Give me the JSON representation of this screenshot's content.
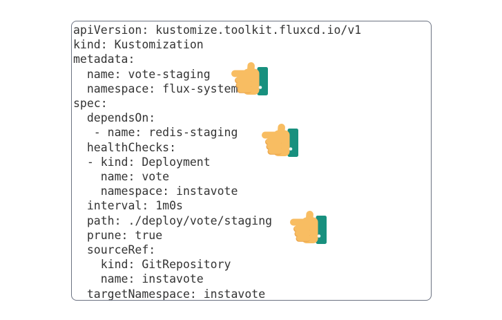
{
  "page": {
    "background": "#FFFFFF"
  },
  "code_block": {
    "language": "yaml",
    "lines": [
      "apiVersion: kustomize.toolkit.fluxcd.io/v1",
      "kind: Kustomization",
      "metadata:",
      "  name: vote-staging",
      "  namespace: flux-system",
      "spec:",
      "  dependsOn:",
      "   - name: redis-staging",
      "  healthChecks:",
      "  - kind: Deployment",
      "    name: vote",
      "    namespace: instavote",
      "  interval: 1m0s",
      "  path: ./deploy/vote/staging",
      "  prune: true",
      "  sourceRef:",
      "    kind: GitRepository",
      "    name: instavote",
      "  targetNamespace: instavote"
    ],
    "box": {
      "border_color": "#6A7180",
      "background": "#FFFFFF",
      "text_color": "#333333"
    }
  },
  "pointers": {
    "icon": "backhand-index-pointing-left",
    "highlighted_values": [
      "vote-staging",
      "redis-staging",
      "./deploy/vote/staging"
    ],
    "colors": {
      "hand": "#F8BD62",
      "hand_shade": "#E9A44C",
      "cuff": "#18907E",
      "cuff_dot": "#EAF6F3"
    }
  }
}
